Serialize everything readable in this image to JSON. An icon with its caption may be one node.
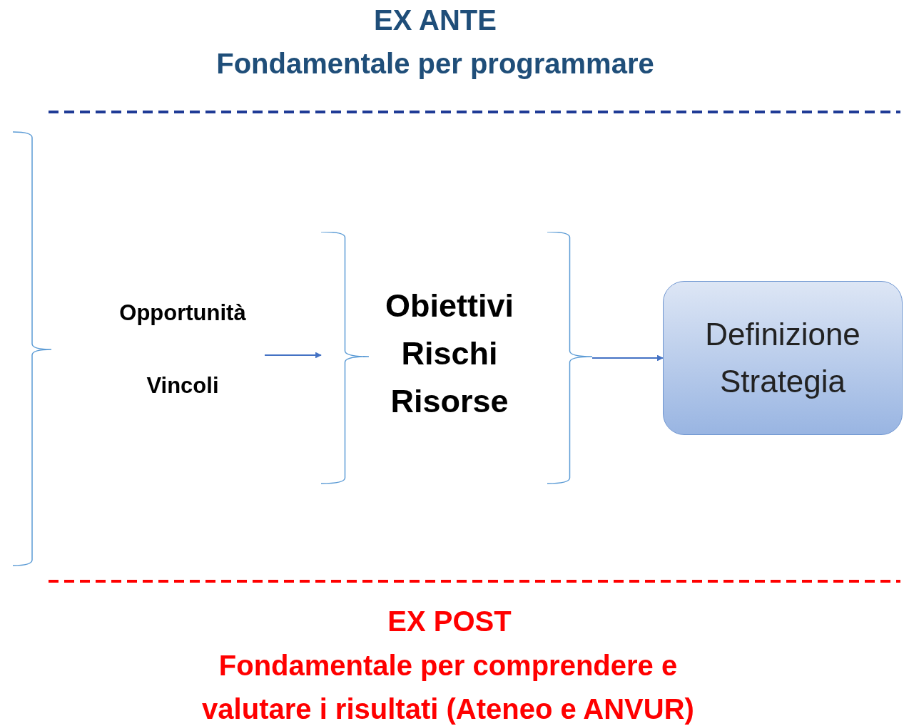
{
  "diagram": {
    "nodes": [
      {
        "text": [
          "Opportunità",
          "Vincoli"
        ]
      },
      {
        "text": [
          "Obiettivi Rischi Risorse"
        ]
      },
      {
        "text": [
          "Definizione Strategia"
        ]
      }
    ],
    "edges": [
      {
        "from": 0,
        "to": 1,
        "arrow": "to"
      },
      {
        "from": 1,
        "to": 2,
        "arrow": "to"
      }
    ],
    "labels": [
      "EX ANTE",
      "Fondamentale per programmare",
      "EX POST",
      "Fondamentale per comprendere e valutare i risultati (Ateneo e ANVUR)"
    ]
  }
}
